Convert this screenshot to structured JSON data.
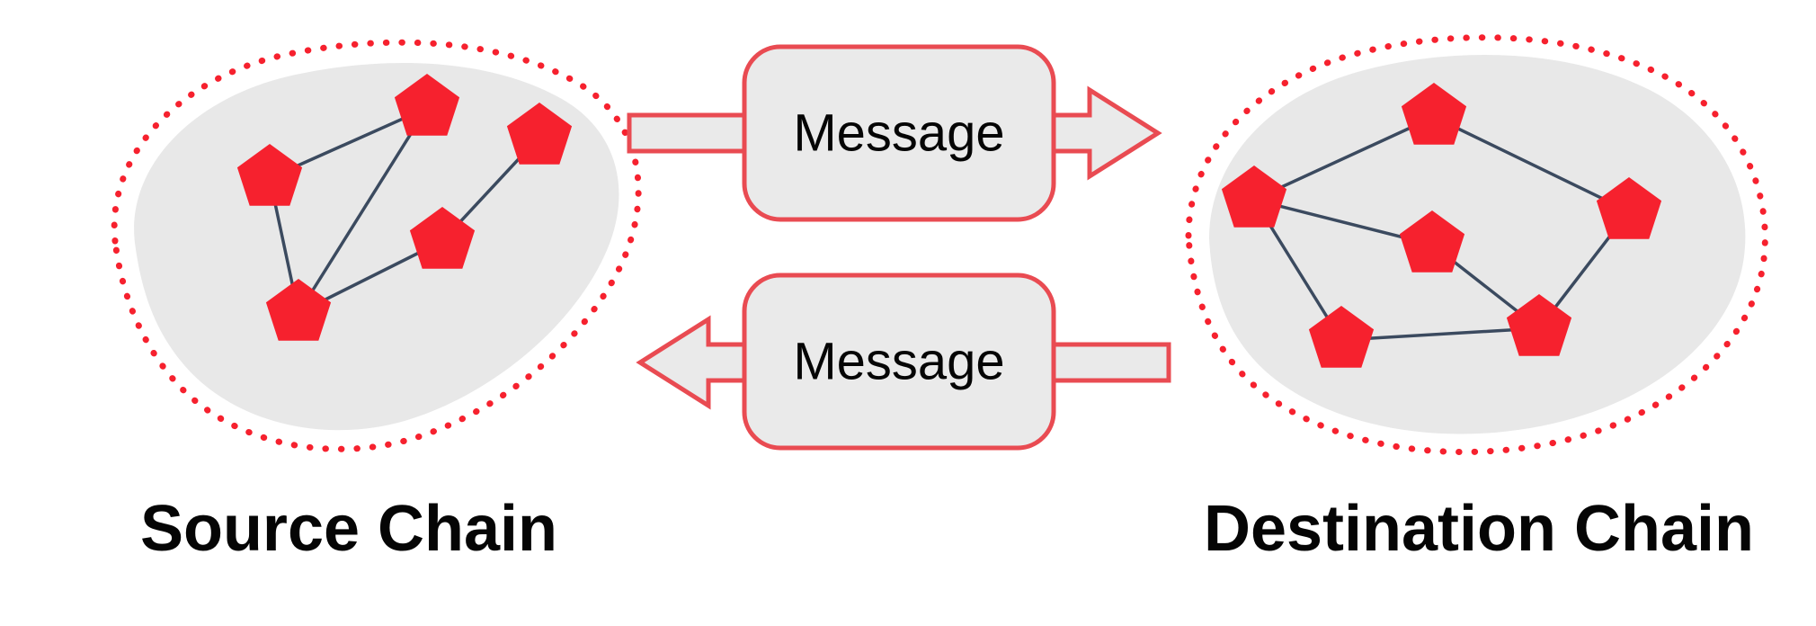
{
  "diagram": {
    "source_chain": {
      "label": "Source Chain",
      "node_count": 5,
      "node_icon": "pentagon-icon"
    },
    "destination_chain": {
      "label": "Destination Chain",
      "node_count": 6,
      "node_icon": "pentagon-icon"
    },
    "messages": [
      {
        "label": "Message",
        "direction": "left-to-right",
        "from": "Source Chain",
        "to": "Destination Chain",
        "arrow_icon": "arrow-right-icon"
      },
      {
        "label": "Message",
        "direction": "right-to-left",
        "from": "Destination Chain",
        "to": "Source Chain",
        "arrow_icon": "arrow-left-icon"
      }
    ],
    "colors": {
      "node_red": "#f6212e",
      "dot_red": "#f6212e",
      "outline_red": "#e94b52",
      "blob_gray": "#e8e8e8",
      "box_fill_gray": "#eaeaea",
      "network_edge": "#3b4a5f",
      "label_text": "#050505",
      "background": "#ffffff"
    }
  }
}
